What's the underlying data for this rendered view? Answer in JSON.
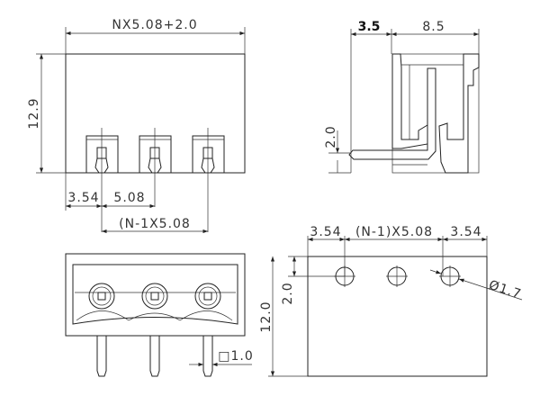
{
  "front_view": {
    "width_dim": "NX5.08+2.0",
    "height_dim": "12.9",
    "edge_to_pin_dim": "3.54",
    "pitch_dim": "5.08",
    "span_dim": "(N-1X5.08",
    "pin_count": 3
  },
  "side_view": {
    "offset_dim": "3.5",
    "depth_dim": "8.5",
    "pin_height_dim": "2.0"
  },
  "bottom_view": {
    "pin_size_dim": "□1.0",
    "pin_count": 3
  },
  "pcb_layout": {
    "left_edge_dim": "3.54",
    "span_dim": "(N-1)X5.08",
    "right_edge_dim": "3.54",
    "hole_offset_dim": "2.0",
    "height_dim": "12.0",
    "hole_diameter_dim": "Ø1.7",
    "hole_count": 3
  }
}
